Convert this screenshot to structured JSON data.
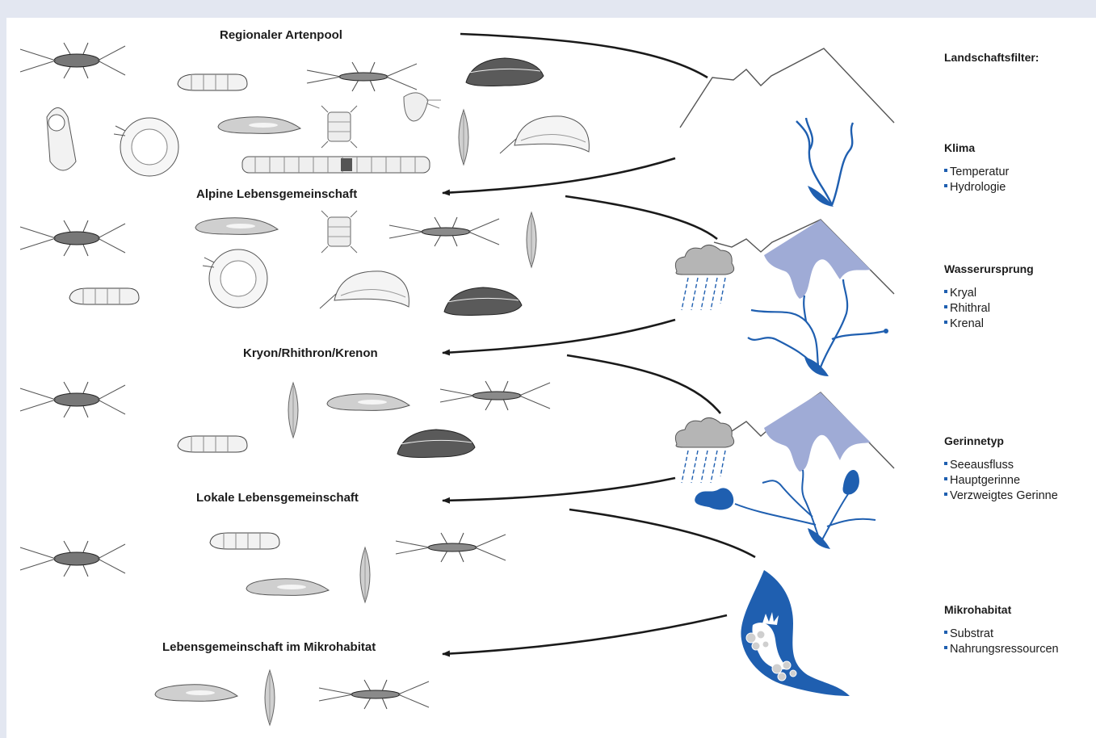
{
  "levels": [
    {
      "label": "Regionaler Artenpool"
    },
    {
      "label": "Alpine Lebensgemeinschaft"
    },
    {
      "label": "Kryon/Rhithron/Krenon"
    },
    {
      "label": "Lokale Lebensgemeinschaft"
    },
    {
      "label": "Lebensgemeinschaft im Mikrohabitat"
    }
  ],
  "filters": {
    "heading": "Landschaftsfilter:",
    "groups": [
      {
        "title": "Klima",
        "items": [
          "Temperatur",
          "Hydrologie"
        ]
      },
      {
        "title": "Wasserursprung",
        "items": [
          "Kryal",
          "Rhithral",
          "Krenal"
        ]
      },
      {
        "title": "Gerinnetyp",
        "items": [
          "Seeausfluss",
          "Hauptgerinne",
          "Verzweigtes Gerinne"
        ]
      },
      {
        "title": "Mikrohabitat",
        "items": [
          "Substrat",
          "Nahrungsressourcen"
        ]
      }
    ]
  },
  "colors": {
    "background": "#e3e7f1",
    "panel": "#ffffff",
    "river": "#1f5fb0",
    "snow": "#9fabd6",
    "arrow": "#1a1a1a",
    "text": "#1c1c1c"
  }
}
